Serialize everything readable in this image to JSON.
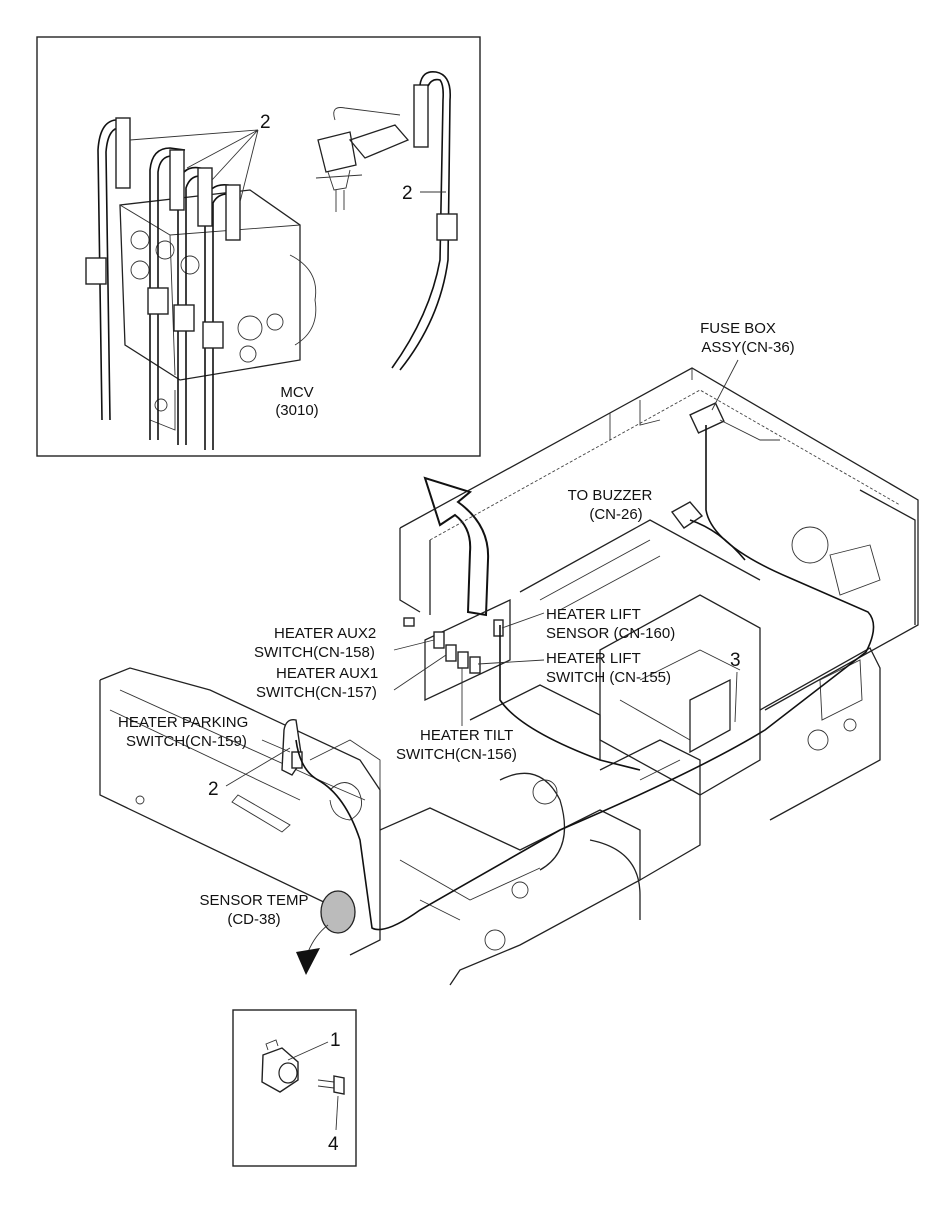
{
  "labels": {
    "mcv": [
      "MCV",
      "(3010)"
    ],
    "fuse_box": [
      "FUSE BOX",
      "ASSY(CN-36)"
    ],
    "buzzer": [
      "TO BUZZER",
      "(CN-26)"
    ],
    "lift_sensor": [
      "HEATER LIFT",
      "SENSOR (CN-160)"
    ],
    "lift_switch": [
      "HEATER LIFT",
      "SWITCH (CN-155)"
    ],
    "aux2": [
      "HEATER AUX2",
      "SWITCH(CN-158)"
    ],
    "aux1": [
      "HEATER AUX1",
      "SWITCH(CN-157)"
    ],
    "parking": [
      "HEATER PARKING",
      "SWITCH(CN-159)"
    ],
    "tilt": [
      "HEATER TILT",
      "SWITCH(CN-156)"
    ],
    "sensor_temp": [
      "SENSOR TEMP",
      "(CD-38)"
    ]
  },
  "part_numbers": {
    "inset_top_2": "2",
    "inset_right_2": "2",
    "main_2": "2",
    "main_3": "3",
    "detail_1": "1",
    "detail_4": "4"
  }
}
